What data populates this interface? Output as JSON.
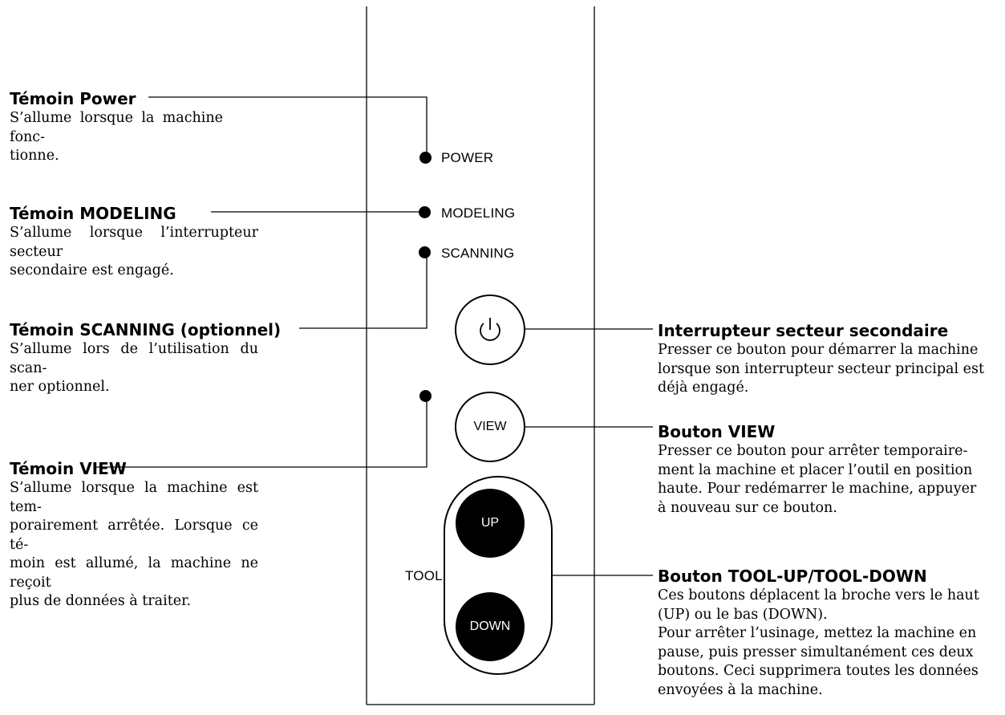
{
  "labels": {
    "power": {
      "title": "Témoin Power",
      "lines": [
        "S’allume lorsque la machine fonc-",
        "tionne."
      ]
    },
    "modeling": {
      "title": "Témoin MODELING",
      "lines": [
        "S’allume lorsque l’interrupteur secteur",
        "secondaire est engagé."
      ]
    },
    "scanning": {
      "title": "Témoin SCANNING (optionnel)",
      "lines": [
        "S’allume lors de l’utilisation du scan-",
        "ner optionnel."
      ]
    },
    "view_led": {
      "title": "Témoin VIEW",
      "lines": [
        "S’allume lorsque la machine est tem-",
        "porairement arrêtée. Lorsque ce té-",
        "moin est allumé, la machine ne reçoit",
        "plus de données à traiter."
      ]
    },
    "secondary_switch": {
      "title": "Interrupteur secteur secondaire",
      "lines": [
        "Presser ce bouton pour démarrer la machine",
        "lorsque son interrupteur secteur principal est",
        "déjà engagé."
      ]
    },
    "view_button": {
      "title": "Bouton VIEW",
      "lines": [
        "Presser ce bouton pour arrêter temporaire-",
        "ment la machine et placer l’outil en position",
        "haute. Pour redémarrer le machine, appuyer",
        "à nouveau sur ce bouton."
      ]
    },
    "tool_buttons": {
      "title": "Bouton TOOL-UP/TOOL-DOWN",
      "lines": [
        "Ces boutons déplacent la broche vers le haut",
        "(UP) ou le bas (DOWN).",
        "Pour arrêter l’usinage, mettez la machine en",
        "pause, puis presser simultanément ces deux",
        "boutons. Ceci supprimera toutes les données",
        "envoyées à la machine."
      ]
    }
  },
  "panel": {
    "power": "POWER",
    "modeling": "MODELING",
    "scanning": "SCANNING",
    "view": "VIEW",
    "up": "UP",
    "down": "DOWN",
    "tool": "TOOL"
  }
}
